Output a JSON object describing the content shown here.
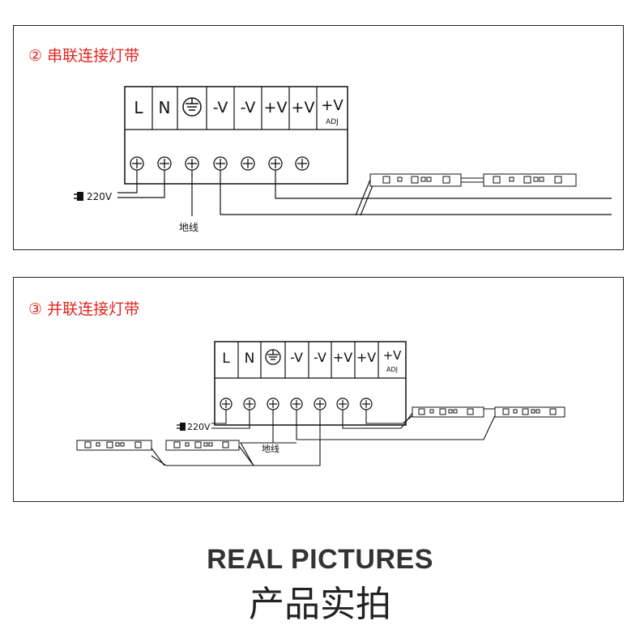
{
  "diagrams": [
    {
      "title": "② 串联连接灯带",
      "terminals": [
        "L",
        "N",
        "⏚",
        "-V",
        "-V",
        "+V",
        "+V",
        "+V"
      ],
      "adj_label": "ADJ",
      "input_label": "220V",
      "ground_label": "地线"
    },
    {
      "title": "③ 并联连接灯带",
      "terminals": [
        "L",
        "N",
        "⏚",
        "-V",
        "-V",
        "+V",
        "+V",
        "+V"
      ],
      "adj_label": "ADJ",
      "input_label": "220V",
      "ground_label": "地线"
    }
  ],
  "section_heading": {
    "en": "REAL PICTURES",
    "cn": "产品实拍"
  }
}
